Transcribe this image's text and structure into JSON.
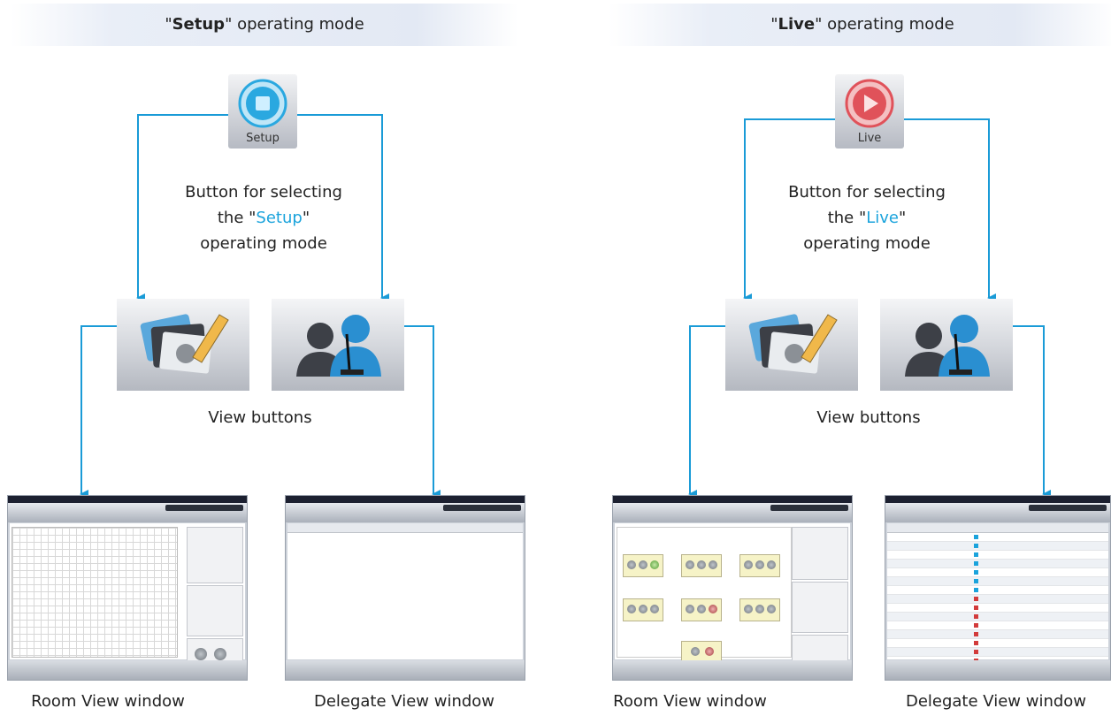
{
  "setup_mode": {
    "banner_quote_open": "\"",
    "banner_strong": "Setup",
    "banner_rest": "\" operating mode",
    "button_label": "Setup",
    "desc_line1": "Button for selecting",
    "desc_line2_pre": "the \"",
    "desc_line2_hl": "Setup",
    "desc_line2_post": "\"",
    "desc_line3": "operating mode",
    "view_buttons_caption": "View buttons",
    "room_view_caption": "Room View window",
    "delegate_view_caption": "Delegate View window"
  },
  "live_mode": {
    "banner_quote_open": "\"",
    "banner_strong": "Live",
    "banner_rest": "\" operating mode",
    "button_label": "Live",
    "desc_line1": "Button for selecting",
    "desc_line2_pre": "the \"",
    "desc_line2_hl": "Live",
    "desc_line2_post": "\"",
    "desc_line3": "operating mode",
    "view_buttons_caption": "View buttons",
    "room_view_caption": "Room View window",
    "delegate_view_caption": "Delegate View window"
  },
  "colors": {
    "arrow": "#1a9bd7",
    "highlight": "#1aa3dc",
    "setup_icon": "#2aa8e0",
    "live_icon": "#e0525a"
  },
  "icons": [
    "stop-icon",
    "play-icon",
    "room-view-icon",
    "delegate-view-icon"
  ]
}
